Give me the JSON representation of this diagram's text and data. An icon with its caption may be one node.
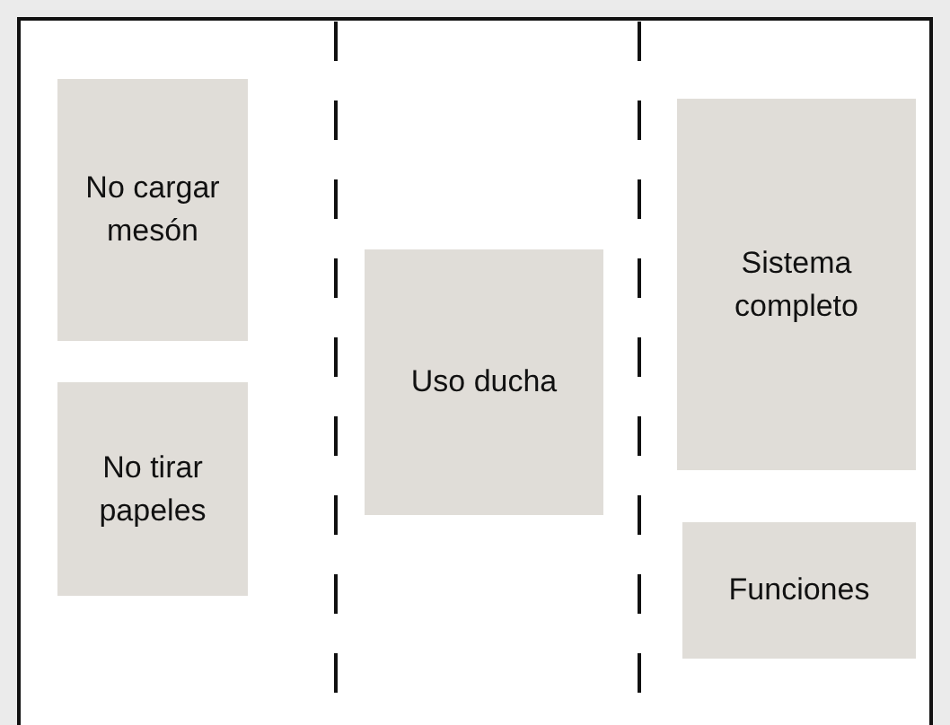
{
  "diagram": {
    "nodes": [
      {
        "text": [
          "No cargar mesón"
        ]
      },
      {
        "text": [
          "No tirar papeles"
        ]
      },
      {
        "text": [
          "Uso ducha"
        ]
      },
      {
        "text": [
          "Sistema completo"
        ]
      },
      {
        "text": [
          "Funciones"
        ]
      }
    ]
  }
}
